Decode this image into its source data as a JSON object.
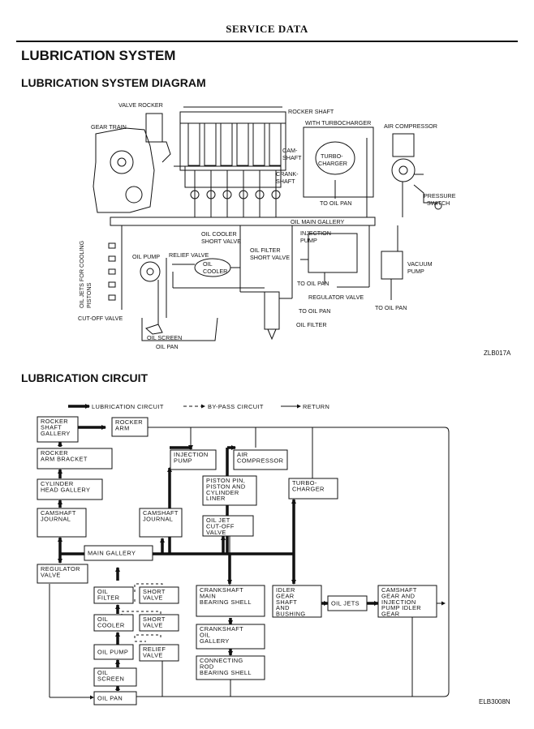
{
  "header": {
    "title": "SERVICE DATA"
  },
  "section_title": "LUBRICATION SYSTEM",
  "diagram": {
    "title": "LUBRICATION SYSTEM DIAGRAM",
    "code": "ZLB017A",
    "labels": {
      "valve_rocker": "VALVE ROCKER",
      "gear_train": "GEAR TRAIN",
      "rocker_shaft": "ROCKER SHAFT",
      "with_turbo": "WITH TURBOCHARGER",
      "air_compressor": "AIR COMPRESSOR",
      "cam": "CAM-",
      "shaft1": "SHAFT",
      "turbo": "TURBO-",
      "charger": "CHARGER",
      "crank": "CRANK-",
      "shaft2": "SHAFT",
      "to_oil_pan_turbo": "TO OIL PAN",
      "pressure": "PRESSURE",
      "switch": "SWITCH",
      "oil_main_gallery": "OIL MAIN GALLERY",
      "oil_cooler_short1": "OIL COOLER",
      "oil_cooler_short2": "SHORT VALVE",
      "injection": "INJECTION",
      "pump": "PUMP",
      "oil_filter_short1": "OIL FILTER",
      "oil_filter_short2": "SHORT VALVE",
      "oil_pump": "OIL PUMP",
      "relief_valve": "RELIEF VALVE",
      "oil": "OIL",
      "cooler": "COOLER",
      "vacuum": "VACUUM",
      "vpump": "PUMP",
      "to_oil_pan_inj": "TO OIL PAN",
      "to_oil_pan_reg": "TO OIL PAN",
      "regulator_valve": "REGULATOR VALVE",
      "to_oil_pan_vac": "TO OIL PAN",
      "oil_filter": "OIL FILTER",
      "oil_screen": "OIL SCREEN",
      "oil_pan": "OIL PAN",
      "cut_off_valve": "CUT-OFF VALVE",
      "oil_jets_line1": "OIL JETS FOR COOLING",
      "oil_jets_line2": "PISTONS"
    }
  },
  "circuit": {
    "title": "LUBRICATION CIRCUIT",
    "code": "ELB3008N",
    "legend": {
      "lubrication": "LUBRICATION CIRCUIT",
      "bypass": "BY-PASS CIRCUIT",
      "return": "RETURN"
    },
    "boxes": {
      "rocker_shaft_gallery": [
        "ROCKER",
        "SHAFT",
        "GALLERY"
      ],
      "rocker_arm": [
        "ROCKER",
        "ARM"
      ],
      "rocker_arm_bracket": [
        "ROCKER",
        "ARM BRACKET"
      ],
      "cylinder_head_gallery": [
        "CYLINDER",
        "HEAD GALLERY"
      ],
      "camshaft_journal_left": [
        "CAMSHAFT",
        "JOURNAL"
      ],
      "camshaft_journal_mid": [
        "CAMSHAFT",
        "JOURNAL"
      ],
      "injection_pump": [
        "INJECTION",
        "PUMP"
      ],
      "air_compressor": [
        "AIR",
        "COMPRESSOR"
      ],
      "piston_pin": [
        "PISTON PIN,",
        "PISTON AND",
        "CYLINDER",
        "LINER"
      ],
      "oil_jet_cutoff": [
        "OIL JET",
        "CUT-OFF",
        "VALVE"
      ],
      "turbocharger": [
        "TURBO-",
        "CHARGER"
      ],
      "main_gallery": [
        "MAIN GALLERY"
      ],
      "regulator_valve": [
        "REGULATOR",
        "VALVE"
      ],
      "oil_filter": [
        "OIL",
        "FILTER"
      ],
      "short_valve_1": [
        "SHORT",
        "VALVE"
      ],
      "oil_cooler": [
        "OIL",
        "COOLER"
      ],
      "short_valve_2": [
        "SHORT",
        "VALVE"
      ],
      "oil_pump": [
        "OIL PUMP"
      ],
      "relief_valve": [
        "RELIEF",
        "VALVE"
      ],
      "oil_screen": [
        "OIL",
        "SCREEN"
      ],
      "oil_pan": [
        "OIL PAN"
      ],
      "crankshaft_main": [
        "CRANKSHAFT",
        "MAIN",
        "BEARING SHELL"
      ],
      "crankshaft_oil_gallery": [
        "CRANKSHAFT",
        "OIL",
        "GALLERY"
      ],
      "connecting_rod": [
        "CONNECTING",
        "ROD",
        "BEARING SHELL"
      ],
      "idler_gear": [
        "IDLER",
        "GEAR",
        "SHAFT",
        "AND",
        "BUSHING"
      ],
      "oil_jets": [
        "OIL JETS"
      ],
      "camshaft_gear": [
        "CAMSHAFT",
        "GEAR AND",
        "INJECTION",
        "PUMP IDLER",
        "GEAR"
      ]
    }
  }
}
